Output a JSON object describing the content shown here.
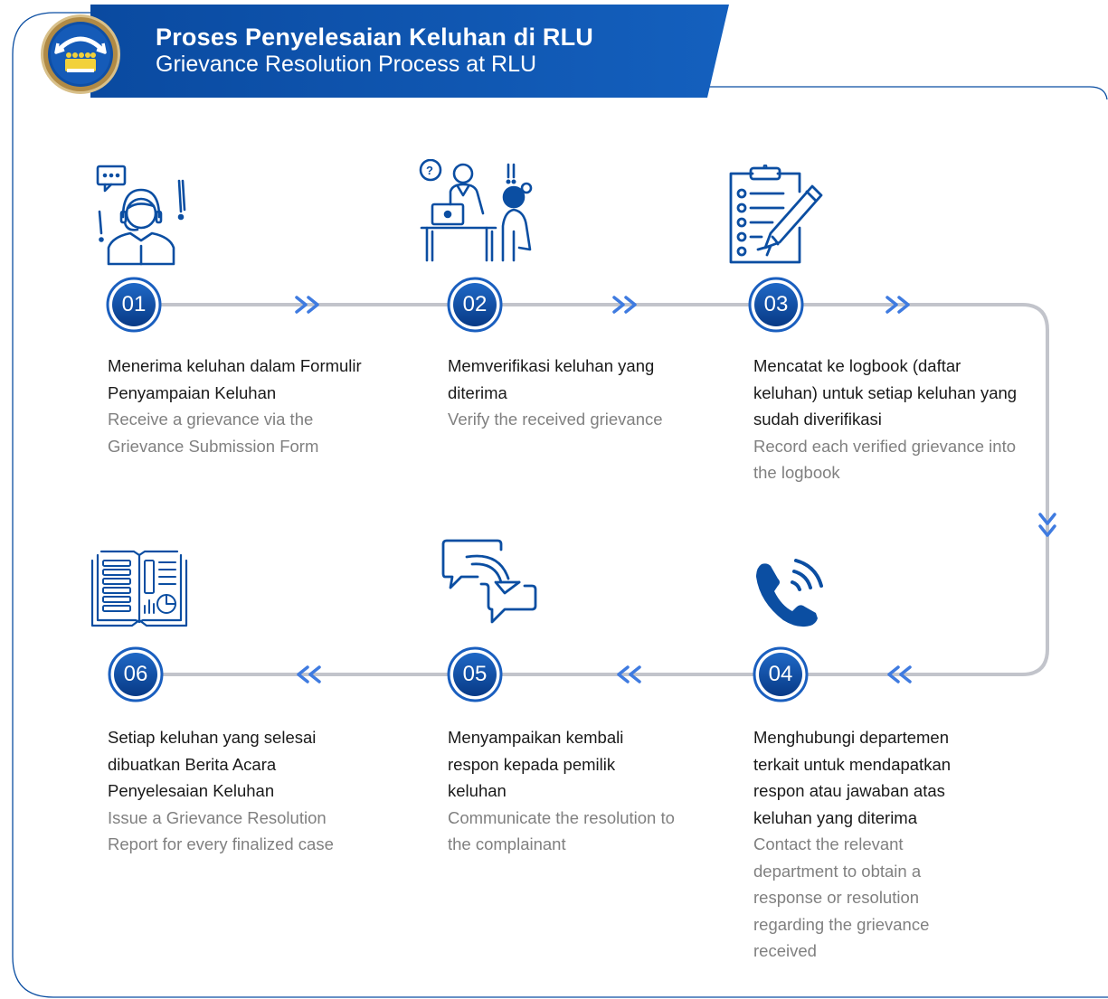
{
  "header": {
    "title": "Proses Penyelesaian Keluhan di RLU",
    "subtitle": "Grievance Resolution Process at RLU",
    "logo_icon": "community-umbrella-icon"
  },
  "colors": {
    "primary_blue": "#0b4ea2",
    "arrow_blue": "#3f7be0",
    "line_gray": "#c2c4cb",
    "gold": "#c29a4e",
    "text_dark": "#1a1a1a",
    "text_gray": "#808080"
  },
  "steps": [
    {
      "number": "01",
      "icon": "call-center-agent-icon",
      "id_text": "Menerima keluhan dalam Formulir Penyampaian Keluhan",
      "en_text": "Receive a grievance via the Grievance Submission Form"
    },
    {
      "number": "02",
      "icon": "verification-meeting-icon",
      "id_text": "Memverifikasi keluhan yang diterima",
      "en_text": "Verify the received grievance"
    },
    {
      "number": "03",
      "icon": "clipboard-checklist-icon",
      "id_text": "Mencatat ke logbook (daftar keluhan) untuk setiap keluhan yang sudah diverifikasi",
      "en_text": "Record each verified grievance into the logbook"
    },
    {
      "number": "04",
      "icon": "phone-call-icon",
      "id_text": "Menghubungi departemen terkait untuk mendapatkan respon atau jawaban atas keluhan yang diterima",
      "en_text": "Contact the relevant department to obtain a response or resolution regarding the grievance received"
    },
    {
      "number": "05",
      "icon": "chat-reply-icon",
      "id_text": "Menyampaikan kembali respon kepada pemilik keluhan",
      "en_text": "Communicate the resolution to the complainant"
    },
    {
      "number": "06",
      "icon": "report-book-icon",
      "id_text": "Setiap keluhan yang selesai dibuatkan Berita Acara Penyelesaian Keluhan",
      "en_text": "Issue a Grievance Resolution Report for every finalized case"
    }
  ]
}
